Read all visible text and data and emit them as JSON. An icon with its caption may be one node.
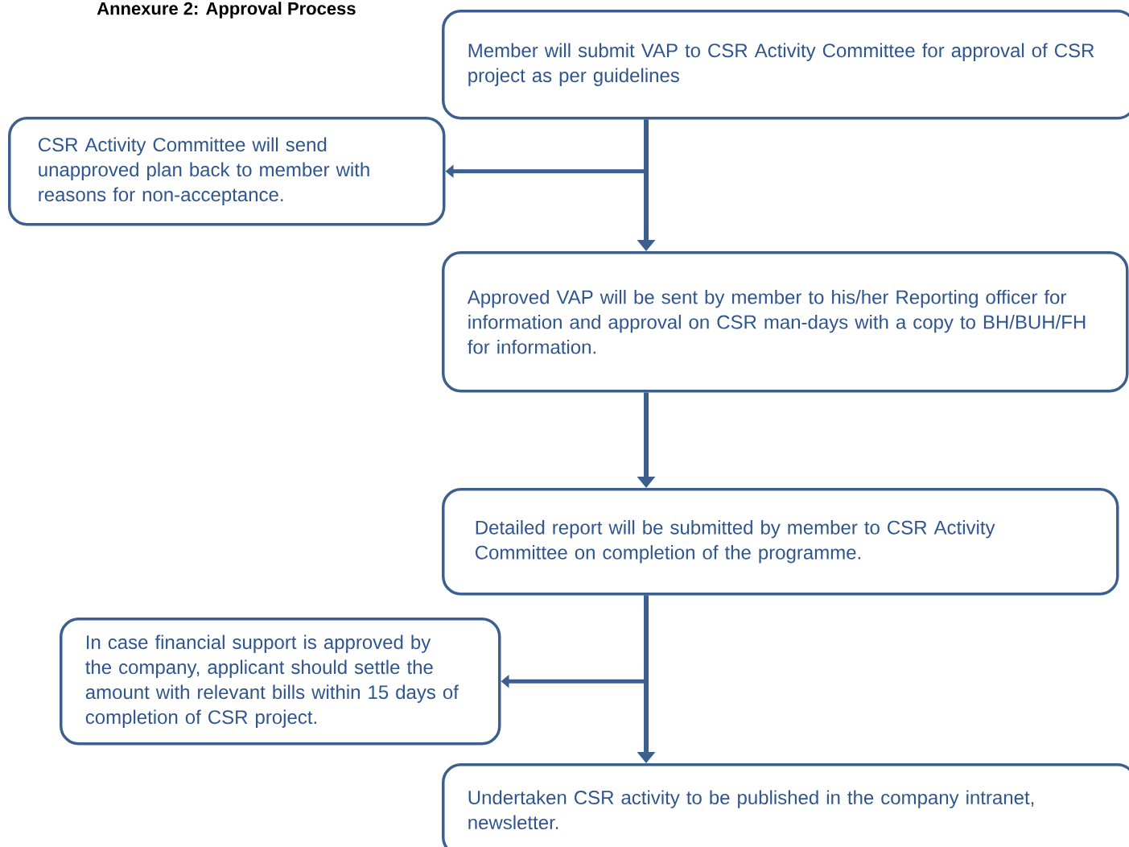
{
  "diagram": {
    "title": "Annexure 2: Approval Process",
    "nodes": [
      {
        "text": [
          "Member will submit VAP to CSR Activity Committee for approval of CSR project as per guidelines"
        ]
      },
      {
        "text": [
          "CSR Activity Committee will send unapproved plan back to member with reasons for non-acceptance."
        ]
      },
      {
        "text": [
          "Approved VAP will be sent by member to his/her Reporting officer for information and approval on CSR man-days with a copy to BH/BUH/FH for information."
        ]
      },
      {
        "text": [
          "Detailed report will be submitted by member to CSR Activity Committee on completion of the programme."
        ]
      },
      {
        "text": [
          "In case financial support is approved by the company, applicant should settle the amount with relevant bills within 15 days of completion of CSR project."
        ]
      },
      {
        "text": [
          "Undertaken CSR activity to be published in the company intranet, newsletter."
        ]
      }
    ],
    "edges": [
      {
        "from": 0,
        "to": 1,
        "arrow": "to"
      },
      {
        "from": 0,
        "to": 2,
        "arrow": "to"
      },
      {
        "from": 2,
        "to": 3,
        "arrow": "to"
      },
      {
        "from": 3,
        "to": 4,
        "arrow": "to"
      },
      {
        "from": 3,
        "to": 5,
        "arrow": "to"
      }
    ]
  }
}
